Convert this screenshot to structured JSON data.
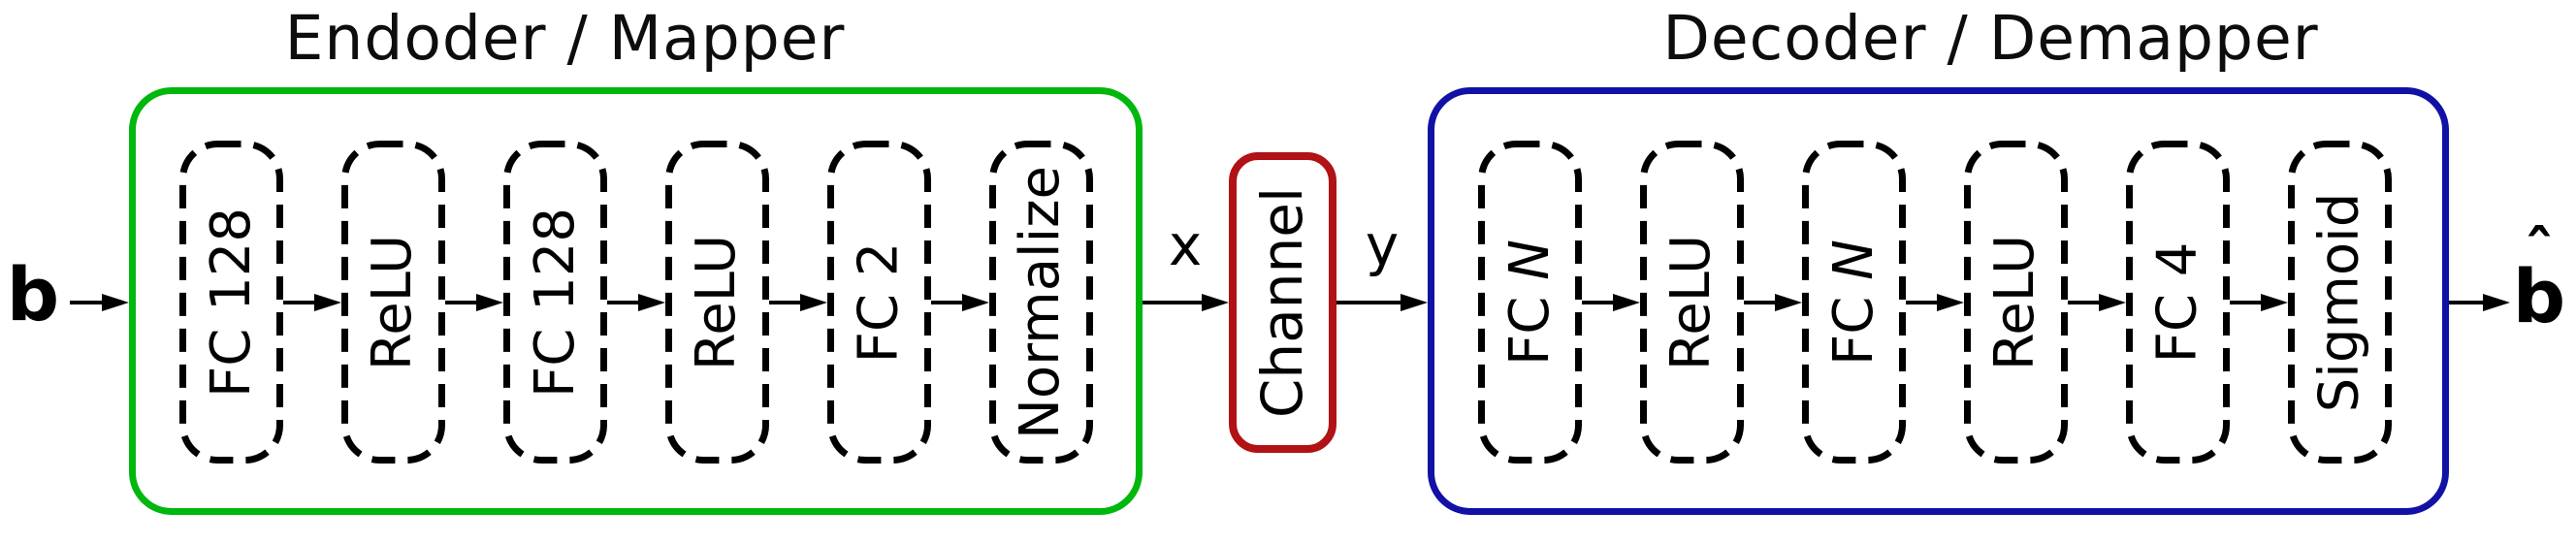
{
  "diagram": {
    "input_label": "b",
    "signal_x": "x",
    "signal_y": "y",
    "output_label": {
      "base": "b",
      "hat": "ˆ"
    },
    "encoder": {
      "title": "Endoder / Mapper",
      "border_color": "#00b70d",
      "layers": [
        {
          "label": "FC 128",
          "math": ""
        },
        {
          "label": "ReLU",
          "math": ""
        },
        {
          "label": "FC 128",
          "math": ""
        },
        {
          "label": "ReLU",
          "math": ""
        },
        {
          "label": "FC 2",
          "math": ""
        },
        {
          "label": "Normalize",
          "math": ""
        }
      ]
    },
    "channel": {
      "label": "Channel",
      "border_color": "#b01215"
    },
    "decoder": {
      "title": "Decoder / Demapper",
      "border_color": "#1111a5",
      "layers": [
        {
          "label": "FC",
          "math": "N"
        },
        {
          "label": "ReLU",
          "math": ""
        },
        {
          "label": "FC",
          "math": "N"
        },
        {
          "label": "ReLU",
          "math": ""
        },
        {
          "label": "FC 4",
          "math": ""
        },
        {
          "label": "Sigmoid",
          "math": ""
        }
      ]
    }
  }
}
